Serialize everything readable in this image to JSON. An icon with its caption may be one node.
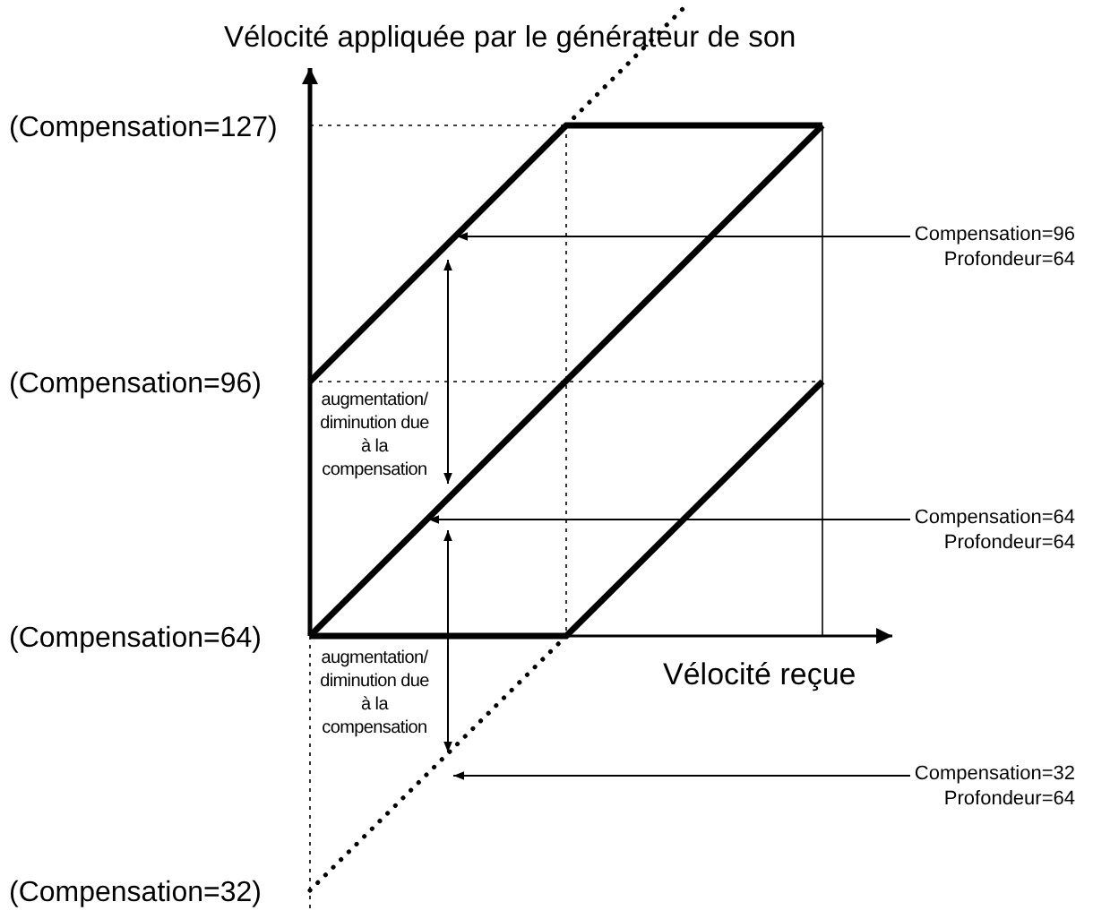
{
  "diagram": {
    "nodes": [
      {
        "text": [
          "Compensation=96 Profondeur=64"
        ]
      },
      {
        "text": [
          "Compensation=64 Profondeur=64"
        ]
      },
      {
        "text": [
          "Compensation=32 Profondeur=64"
        ]
      }
    ],
    "edges": [
      {
        "from": 0,
        "to": null,
        "arrow": "to"
      },
      {
        "from": 1,
        "to": null,
        "arrow": "to"
      },
      {
        "from": 2,
        "to": null,
        "arrow": "to"
      }
    ],
    "labels": [
      "Vélocité appliquée par le générateur de son",
      "(Compensation=127)",
      "(Compensation=96)",
      "augmentation/ diminution due à la compensation",
      "(Compensation=64)",
      "Vélocité reçue",
      "augmentation/ diminution due à la compensation",
      "(Compensation=32)"
    ]
  }
}
